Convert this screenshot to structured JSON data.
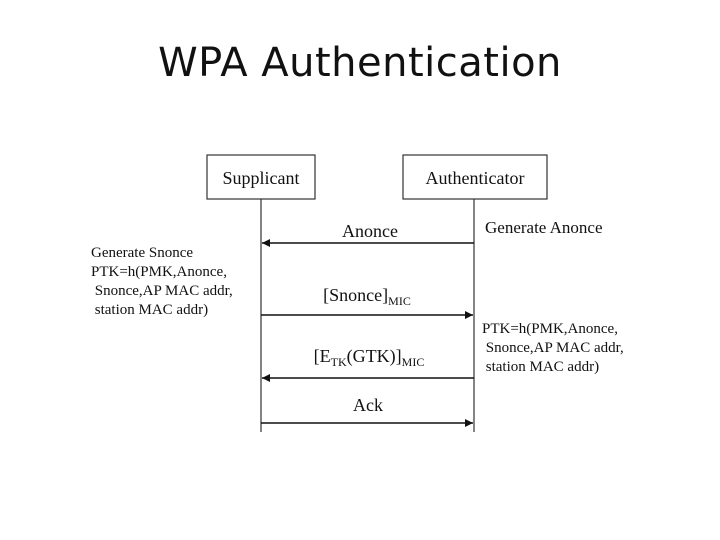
{
  "slide": {
    "title": "WPA Authentication"
  },
  "actors": {
    "supplicant": "Supplicant",
    "authenticator": "Authenticator"
  },
  "messages": {
    "anonce": "Anonce",
    "snonce_main": "[Snonce]",
    "snonce_sub": "MIC",
    "gtk_e": "[E",
    "gtk_tk": "TK",
    "gtk_mid": "(GTK)]",
    "gtk_mic": "MIC",
    "ack": "Ack"
  },
  "notes": {
    "authenticator_generate": "Generate Anonce",
    "supplicant": [
      "Generate Snonce",
      "PTK=h(PMK,Anonce,",
      " Snonce,AP MAC addr,",
      " station MAC addr)"
    ],
    "authenticator_ptk": [
      "PTK=h(PMK,Anonce,",
      " Snonce,AP MAC addr,",
      " station MAC addr)"
    ]
  }
}
